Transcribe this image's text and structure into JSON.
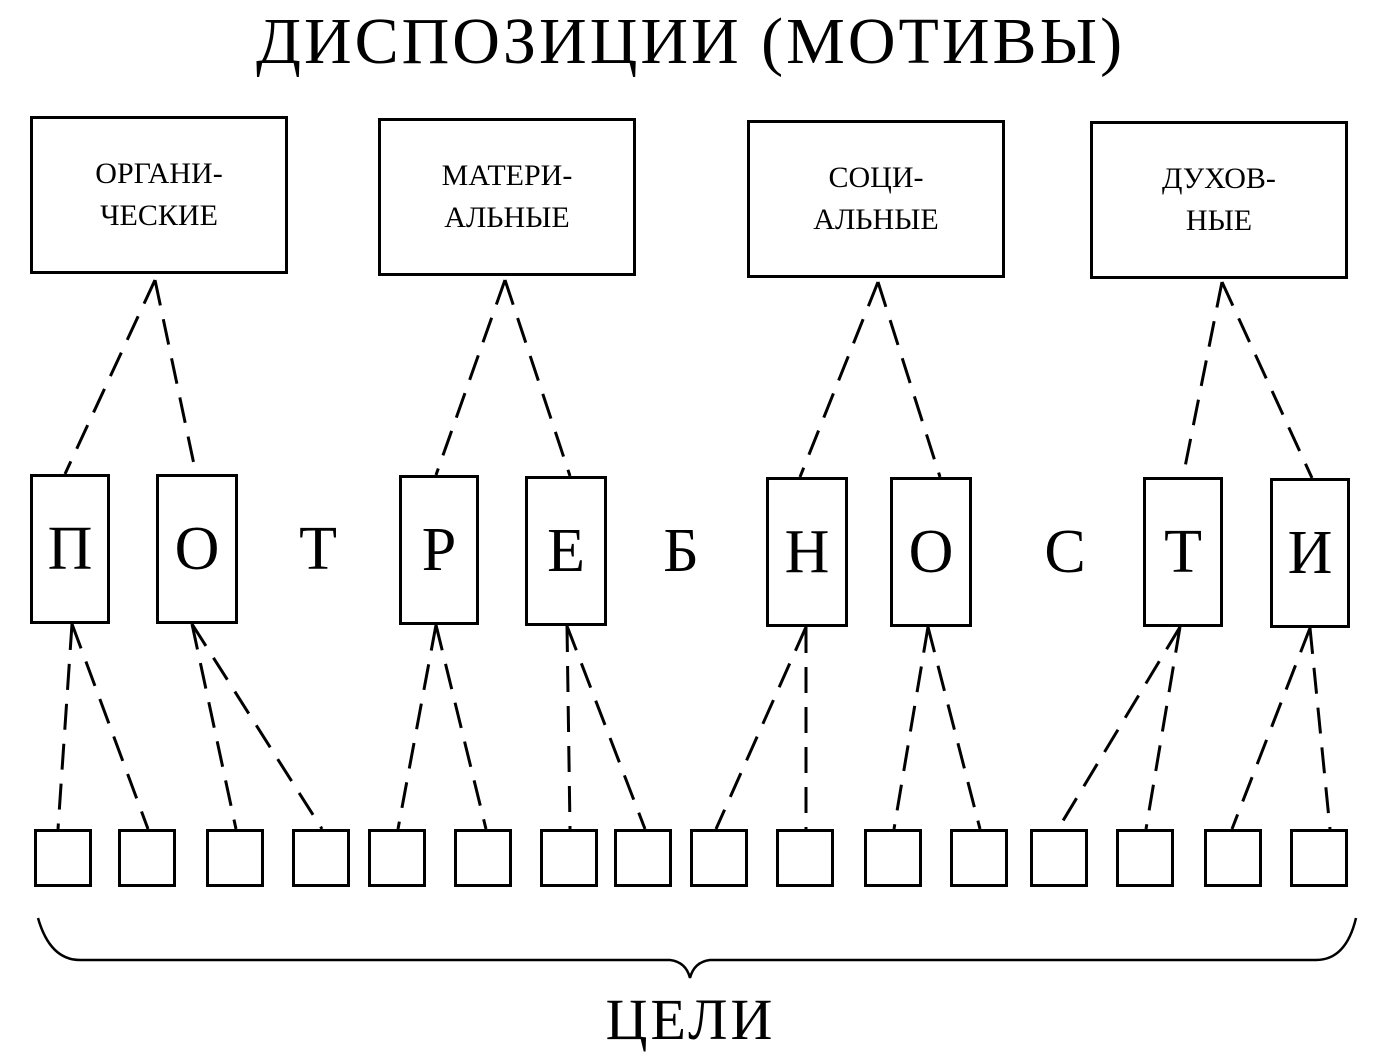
{
  "title": "ДИСПОЗИЦИИ (МОТИВЫ)",
  "motives": [
    {
      "line1": "ОРГАНИ-",
      "line2": "ЧЕСКИЕ"
    },
    {
      "line1": "МАТЕРИ-",
      "line2": "АЛЬНЫЕ"
    },
    {
      "line1": "СОЦИ-",
      "line2": "АЛЬНЫЕ"
    },
    {
      "line1": "ДУХОВ-",
      "line2": "НЫЕ"
    }
  ],
  "needs_letters": [
    "П",
    "О",
    "Т",
    "Р",
    "Е",
    "Б",
    "Н",
    "О",
    "С",
    "Т",
    "И"
  ],
  "goals_label": "ЦЕЛИ"
}
